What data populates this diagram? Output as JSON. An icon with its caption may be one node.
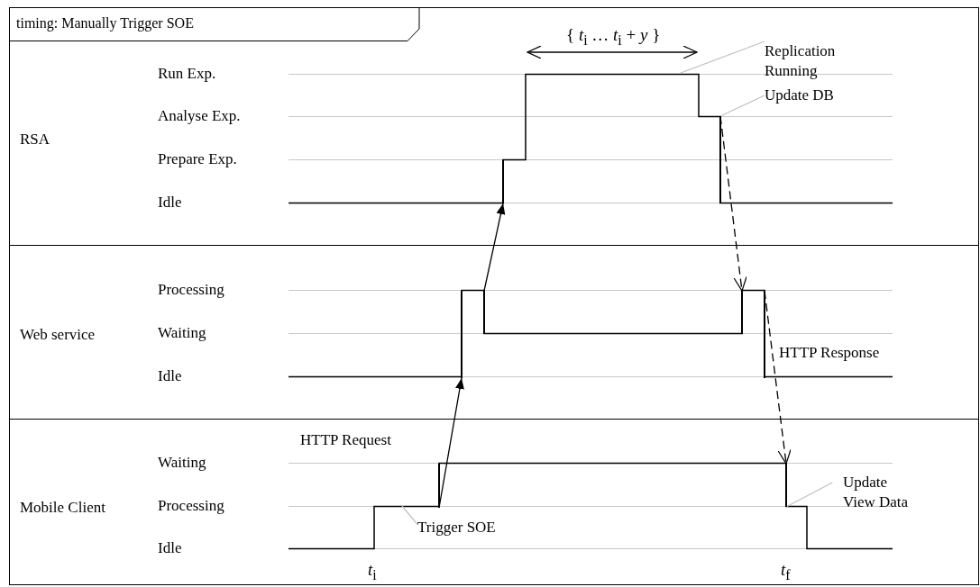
{
  "diagram": {
    "title": "timing: Manually Trigger SOE",
    "nodes": [
      {
        "text": [
          "RSA"
        ]
      },
      {
        "text": [
          "Replication Running"
        ],
        "in": 0
      },
      {
        "text": [
          "Update DB"
        ],
        "in": 0
      },
      {
        "text": [],
        "shape": "line",
        "in": 0
      },
      {
        "text": [],
        "shape": "line",
        "in": 0
      },
      {
        "text": [
          "Web service"
        ]
      },
      {
        "text": [],
        "shape": "line",
        "in": 5
      },
      {
        "text": [],
        "shape": "line",
        "in": 5
      },
      {
        "text": [],
        "shape": "line",
        "in": 5
      },
      {
        "text": [],
        "shape": "line",
        "in": 5
      },
      {
        "text": [
          "Mobile Client"
        ]
      },
      {
        "text": [],
        "shape": "line",
        "in": 10
      },
      {
        "text": [],
        "shape": "line",
        "in": 10
      },
      {
        "text": [
          "Trigger SOE"
        ],
        "in": 10
      },
      {
        "text": [
          "Update View Data"
        ],
        "in": 10
      }
    ],
    "edges": [
      {
        "from": 11,
        "to": 6,
        "arrow": "to",
        "label": "HTTP Request"
      },
      {
        "from": 7,
        "to": 3,
        "arrow": "to"
      },
      {
        "from": 4,
        "to": 8,
        "arrow": "to",
        "style": "dashed"
      },
      {
        "from": 9,
        "to": 12,
        "arrow": "to",
        "style": "dashed",
        "label": "HTTP Response"
      },
      {
        "from": 1,
        "to": null,
        "arrow": "none",
        "color": "#c0c0c0"
      },
      {
        "from": 2,
        "to": 4,
        "arrow": "none",
        "color": "#c0c0c0"
      },
      {
        "from": 13,
        "to": null,
        "arrow": "none",
        "color": "#c0c0c0"
      },
      {
        "from": 14,
        "to": 12,
        "arrow": "none",
        "color": "#c0c0c0"
      }
    ],
    "labels": [
      "{ *t*$_{i}$ … *t*$_{i}$ + *y* }",
      "Run Exp.",
      "Analyse Exp.",
      "Prepare Exp.",
      "Idle",
      "Processing",
      "Waiting",
      "Idle",
      "Waiting",
      "Processing",
      "Idle",
      "*t*$_{i}$",
      "*t*$_{f}$"
    ]
  }
}
